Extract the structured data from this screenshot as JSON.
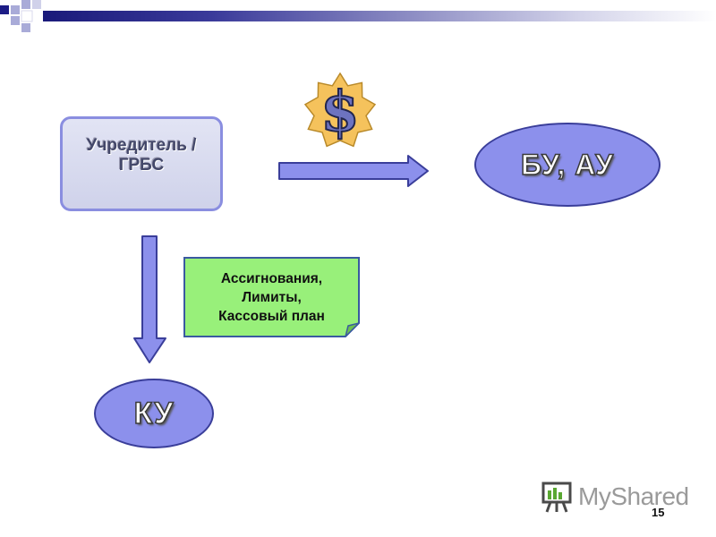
{
  "slide": {
    "founder_line1": "Учредитель /",
    "founder_line2": "ГРБС",
    "bu_au_label": "БУ, АУ",
    "ku_label": "КУ",
    "note_line1": "Ассигнования,",
    "note_line2": "Лимиты,",
    "note_line3": "Кассовый план",
    "currency_symbol": "$",
    "logo_text": "MyShared",
    "page_number": "15"
  },
  "colors": {
    "ellipse_fill": "#8c90ec",
    "note_fill": "#98f07a",
    "seal_fill": "#f5c25c",
    "dollar_fill": "#6d73c0",
    "top_bar_dark": "#1a1a7a"
  }
}
